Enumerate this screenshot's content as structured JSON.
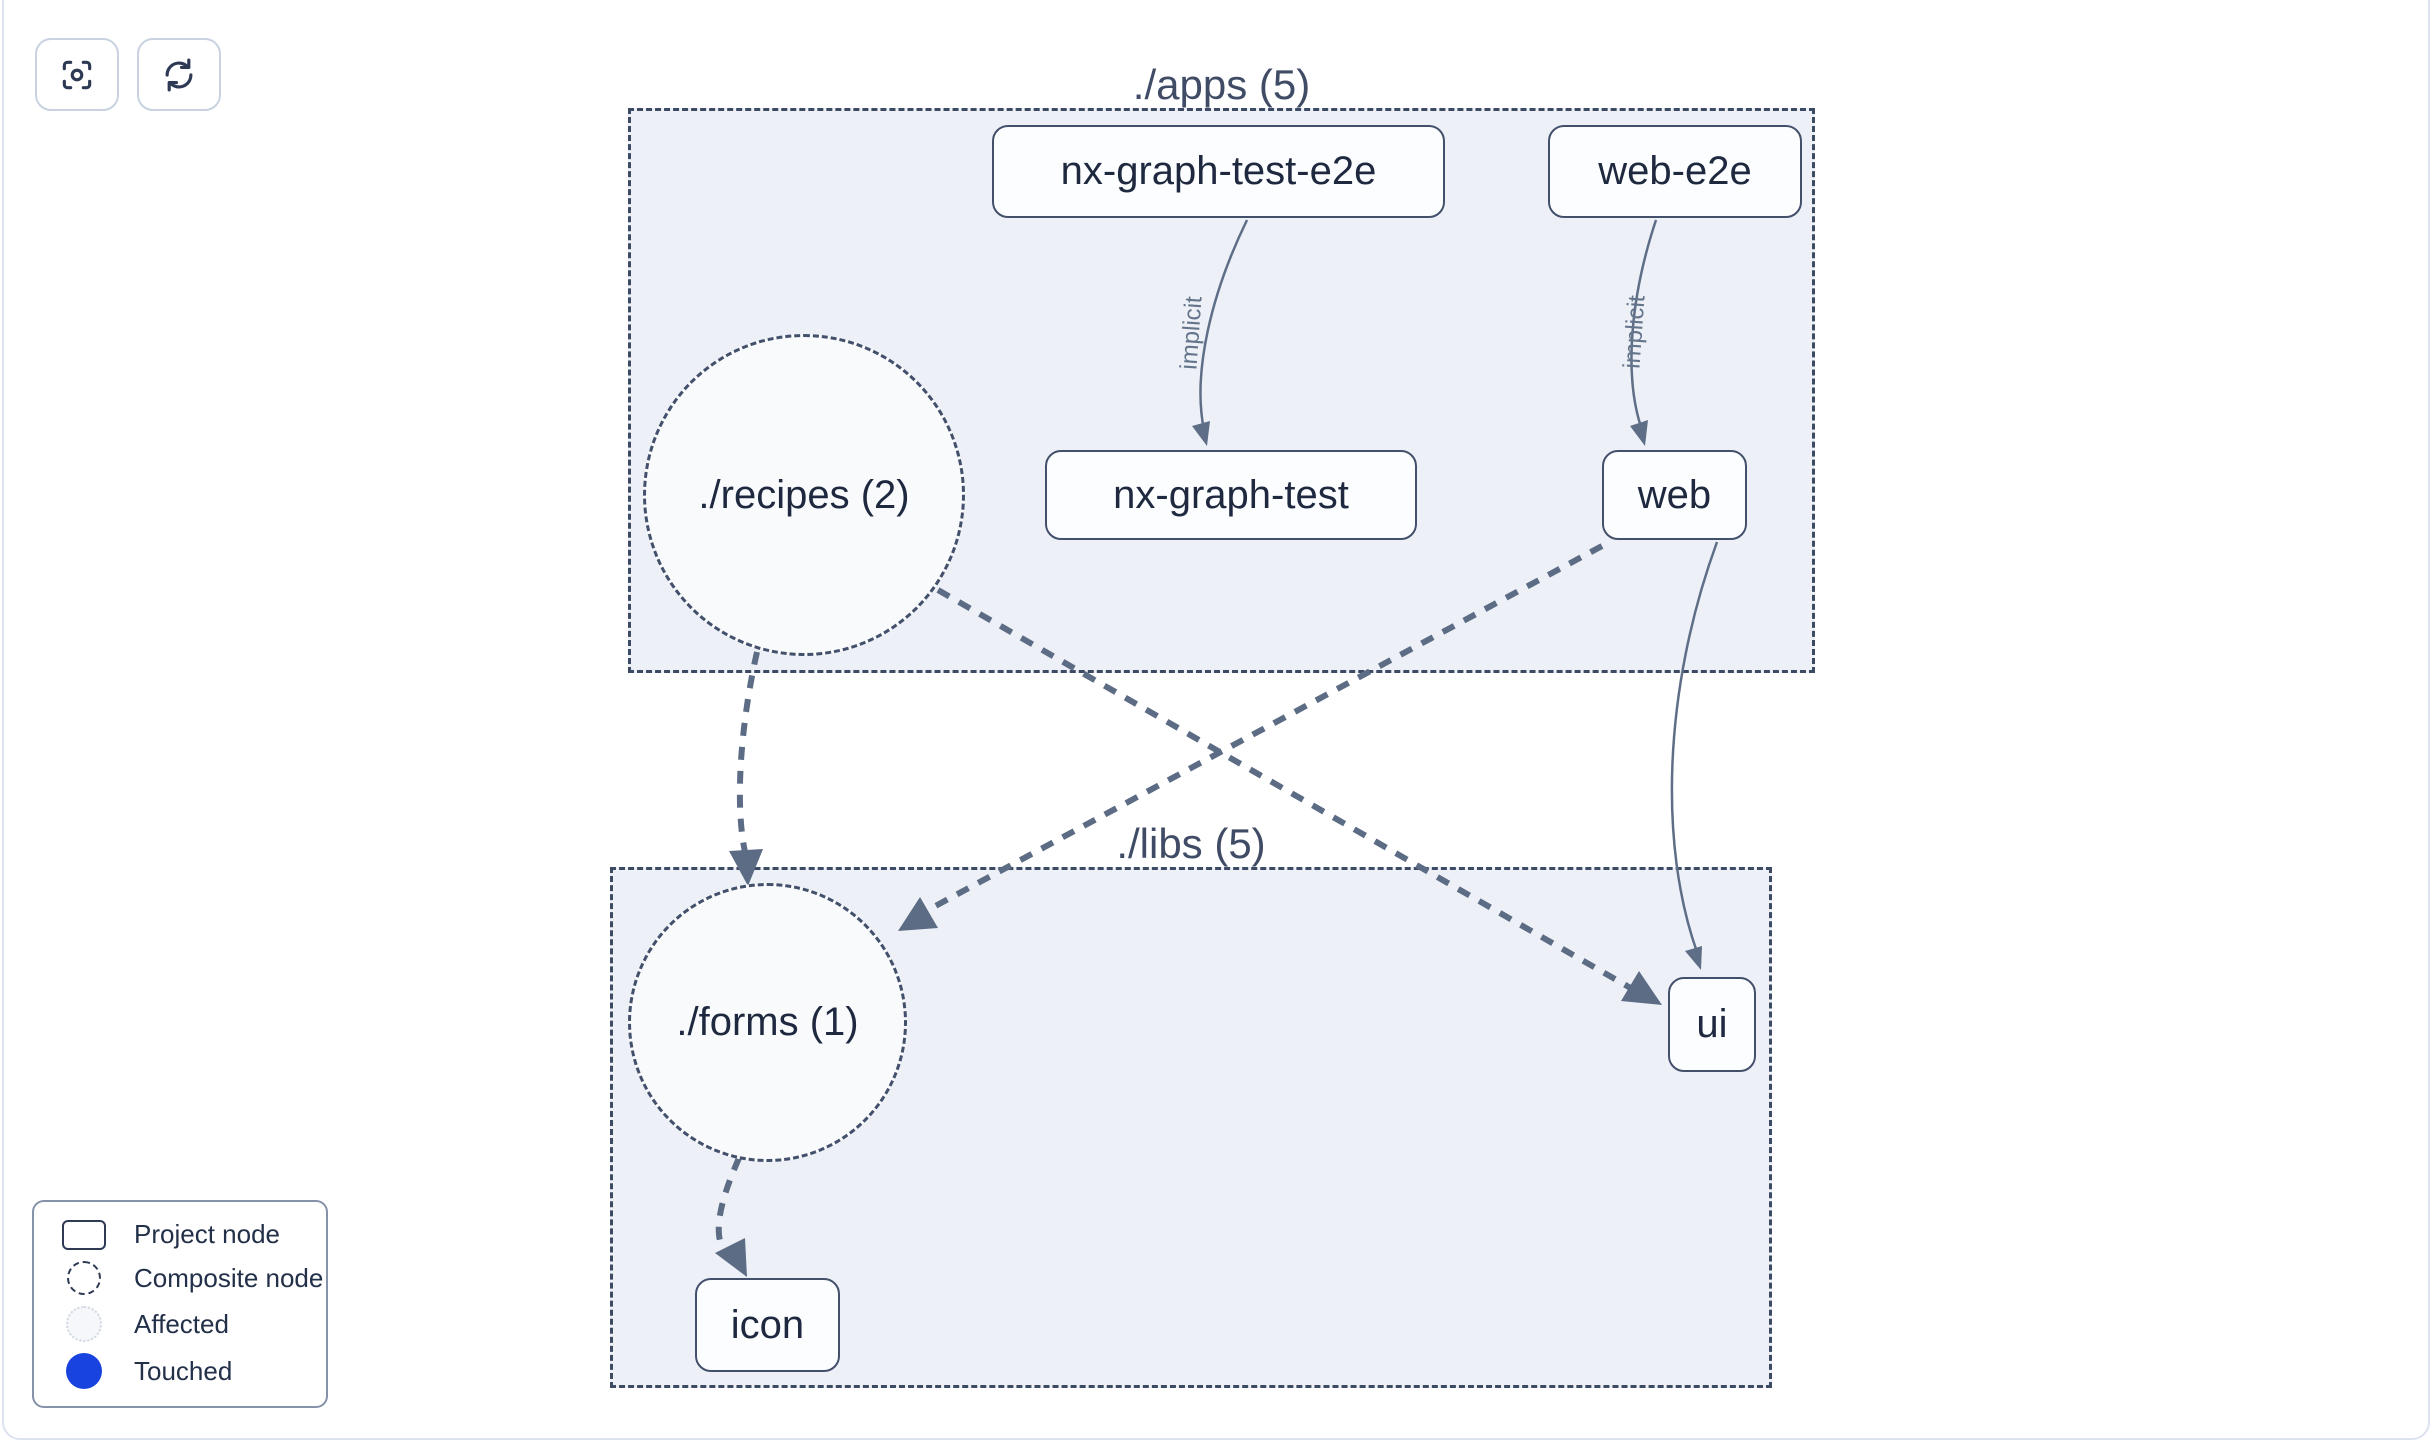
{
  "toolbar": {
    "buttons": [
      {
        "name": "focus",
        "icon": "focus-target-icon"
      },
      {
        "name": "refresh",
        "icon": "refresh-icon"
      }
    ]
  },
  "graph": {
    "groups": [
      {
        "id": "apps",
        "label": "./apps (5)"
      },
      {
        "id": "libs",
        "label": "./libs (5)"
      }
    ],
    "project_nodes": [
      {
        "id": "nx-graph-test-e2e",
        "label": "nx-graph-test-e2e",
        "group": "apps"
      },
      {
        "id": "web-e2e",
        "label": "web-e2e",
        "group": "apps"
      },
      {
        "id": "nx-graph-test",
        "label": "nx-graph-test",
        "group": "apps"
      },
      {
        "id": "web",
        "label": "web",
        "group": "apps"
      },
      {
        "id": "ui",
        "label": "ui",
        "group": "libs"
      },
      {
        "id": "icon",
        "label": "icon",
        "group": "libs"
      }
    ],
    "composite_nodes": [
      {
        "id": "recipes",
        "label": "./recipes (2)",
        "group": "apps"
      },
      {
        "id": "forms",
        "label": "./forms (1)",
        "group": "libs"
      }
    ],
    "edges": [
      {
        "from": "nx-graph-test-e2e",
        "to": "nx-graph-test",
        "label": "implicit",
        "style": "solid-thin"
      },
      {
        "from": "web-e2e",
        "to": "web",
        "label": "implicit",
        "style": "solid-thin"
      },
      {
        "from": "web",
        "to": "ui",
        "label": "",
        "style": "solid-thin"
      },
      {
        "from": "recipes",
        "to": "forms",
        "label": "",
        "style": "dashed-thick"
      },
      {
        "from": "recipes",
        "to": "ui",
        "label": "",
        "style": "dashed-thick"
      },
      {
        "from": "web",
        "to": "forms",
        "label": "",
        "style": "dashed-thick"
      },
      {
        "from": "forms",
        "to": "icon",
        "label": "",
        "style": "dashed-thick"
      }
    ]
  },
  "legend": {
    "items": [
      {
        "label": "Project node",
        "swatch": "project-rect-outline"
      },
      {
        "label": "Composite node",
        "swatch": "dashed-circle-outline"
      },
      {
        "label": "Affected",
        "swatch": "light-dotted-circle"
      },
      {
        "label": "Touched",
        "swatch": "solid-blue-circle"
      }
    ]
  },
  "colors": {
    "touched_blue": "#1843df",
    "affected_fill": "#f5f7fa",
    "group_fill": "#edf1f7",
    "node_fill": "#fcfdfe",
    "border_dark": "#43506b",
    "edge_gray": "#5d6c85",
    "text_dark": "#1e2940",
    "text_muted": "#64748b",
    "panel_border": "#dce3ef"
  }
}
